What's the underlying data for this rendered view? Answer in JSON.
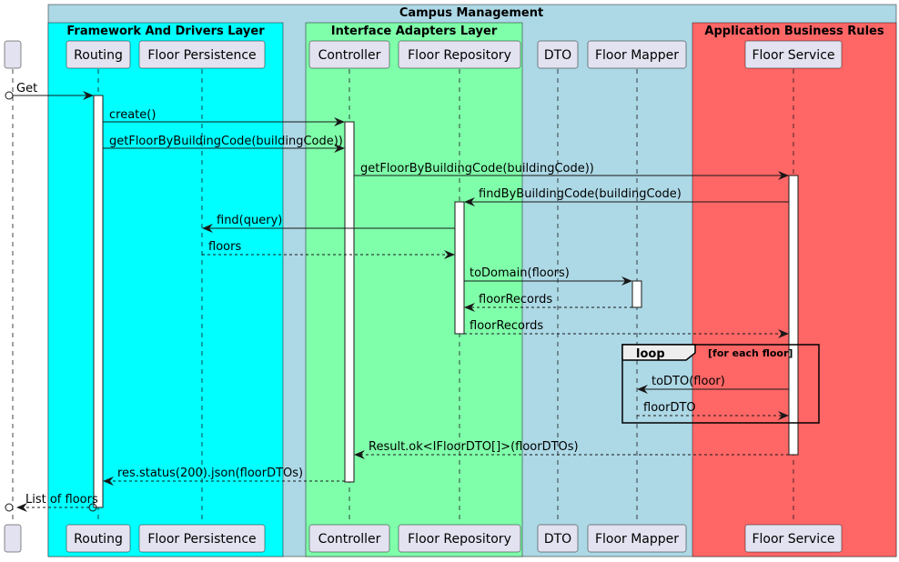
{
  "colors": {
    "outer_box": "#add8e6",
    "framework_box": "#00ffff",
    "adapters_box": "#7fffaa",
    "business_box": "#ff6666",
    "participant_fill": "#e2e2f0",
    "participant_stroke": "#181818"
  },
  "diagram": {
    "outer_title": "Campus Management",
    "boxes": [
      {
        "id": "framework",
        "title": "Framework And Drivers Layer"
      },
      {
        "id": "adapters",
        "title": "Interface Adapters Layer"
      },
      {
        "id": "business",
        "title": "Application Business Rules"
      }
    ],
    "participants": [
      {
        "id": "actor",
        "label": ""
      },
      {
        "id": "routing",
        "label": "Routing"
      },
      {
        "id": "persistence",
        "label": "Floor Persistence"
      },
      {
        "id": "controller",
        "label": "Controller"
      },
      {
        "id": "repository",
        "label": "Floor Repository"
      },
      {
        "id": "dto",
        "label": "DTO"
      },
      {
        "id": "mapper",
        "label": "Floor Mapper"
      },
      {
        "id": "service",
        "label": "Floor Service"
      }
    ],
    "messages": [
      {
        "from": "actor",
        "to": "routing",
        "label": "Get",
        "style": "sync",
        "start": "circle"
      },
      {
        "from": "routing",
        "to": "controller",
        "label": "create()",
        "style": "sync"
      },
      {
        "from": "routing",
        "to": "controller",
        "label": "getFloorByBuildingCode(buildingCode))",
        "style": "sync"
      },
      {
        "from": "controller",
        "to": "service",
        "label": "getFloorByBuildingCode(buildingCode))",
        "style": "sync"
      },
      {
        "from": "service",
        "to": "repository",
        "label": "findByBuildingCode(buildingCode)",
        "style": "sync"
      },
      {
        "from": "repository",
        "to": "persistence",
        "label": "find(query)",
        "style": "sync"
      },
      {
        "from": "persistence",
        "to": "repository",
        "label": "floors",
        "style": "return"
      },
      {
        "from": "repository",
        "to": "mapper",
        "label": "toDomain(floors)",
        "style": "sync"
      },
      {
        "from": "mapper",
        "to": "repository",
        "label": "floorRecords",
        "style": "return"
      },
      {
        "from": "repository",
        "to": "service",
        "label": "floorRecords",
        "style": "return"
      },
      {
        "from": "service",
        "to": "mapper",
        "label": "toDTO(floor)",
        "style": "sync"
      },
      {
        "from": "mapper",
        "to": "service",
        "label": "floorDTO",
        "style": "return"
      },
      {
        "from": "service",
        "to": "controller",
        "label": "Result.ok<IFloorDTO[]>(floorDTOs)",
        "style": "return"
      },
      {
        "from": "controller",
        "to": "routing",
        "label": "res.status(200).json(floorDTOs)",
        "style": "return"
      },
      {
        "from": "routing",
        "to": "actor",
        "label": "List of floors",
        "style": "return",
        "start": "circle",
        "end": "circle"
      }
    ],
    "loop": {
      "keyword": "loop",
      "condition": "[for each floor]"
    }
  }
}
